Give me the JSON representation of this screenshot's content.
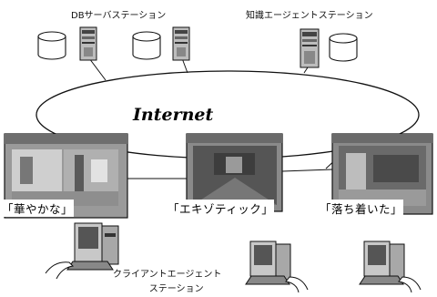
{
  "labels": {
    "db_stations": "DBサーバステーション",
    "knowledge_agent": "知識エージェントステーション",
    "internet": "Internet",
    "client_agent_line1": "クライアントエージェント",
    "client_agent_line2": "ステーション"
  },
  "screens": [
    {
      "impression": "「華やかな」"
    },
    {
      "impression": "「エキゾティック」"
    },
    {
      "impression": "「落ち着いた」"
    }
  ],
  "colors": {
    "ink": "#111111",
    "background": "#ffffff",
    "screen_gray": "#8a8a8a"
  },
  "icons": [
    "database-cylinder-icon",
    "server-tower-icon",
    "client-terminal-icon",
    "user-hand-icon"
  ]
}
